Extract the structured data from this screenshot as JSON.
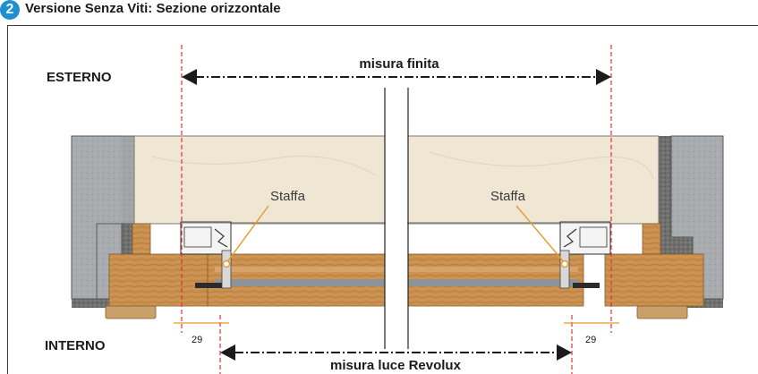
{
  "header": {
    "step_number": "2",
    "title": "Versione Senza Viti: Sezione orizzontale"
  },
  "labels": {
    "exterior": "ESTERNO",
    "interior": "INTERNO",
    "finished_size": "misura finita",
    "clear_size": "misura luce Revolux",
    "bracket_left": "Staffa",
    "bracket_right": "Staffa",
    "dim_left": "29",
    "dim_right": "29"
  },
  "colors": {
    "accent_blue": "#1f8fd3",
    "guide_red": "#d9343a",
    "leader_orange": "#e89a2c",
    "marble": "#efe6d4",
    "wood": "#c9914f",
    "concrete": "#a3a7aa"
  }
}
